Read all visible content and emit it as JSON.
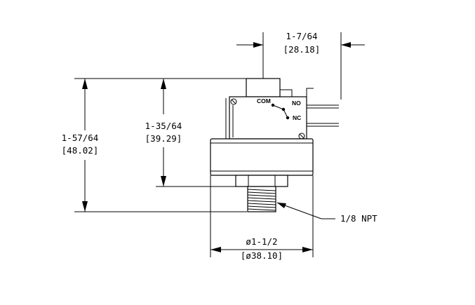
{
  "dimensions": {
    "width_top": {
      "imperial": "1-7/64",
      "metric": "[28.18]"
    },
    "height_total": {
      "imperial": "1-57/64",
      "metric": "[48.02]"
    },
    "height_body": {
      "imperial": "1-35/64",
      "metric": "[39.29]"
    },
    "diameter": {
      "imperial": "ø1-1/2",
      "metric": "[ø38.10]"
    },
    "thread": "1/8 NPT"
  },
  "terminals": {
    "com": "COM",
    "no": "NO",
    "nc": "NC"
  }
}
